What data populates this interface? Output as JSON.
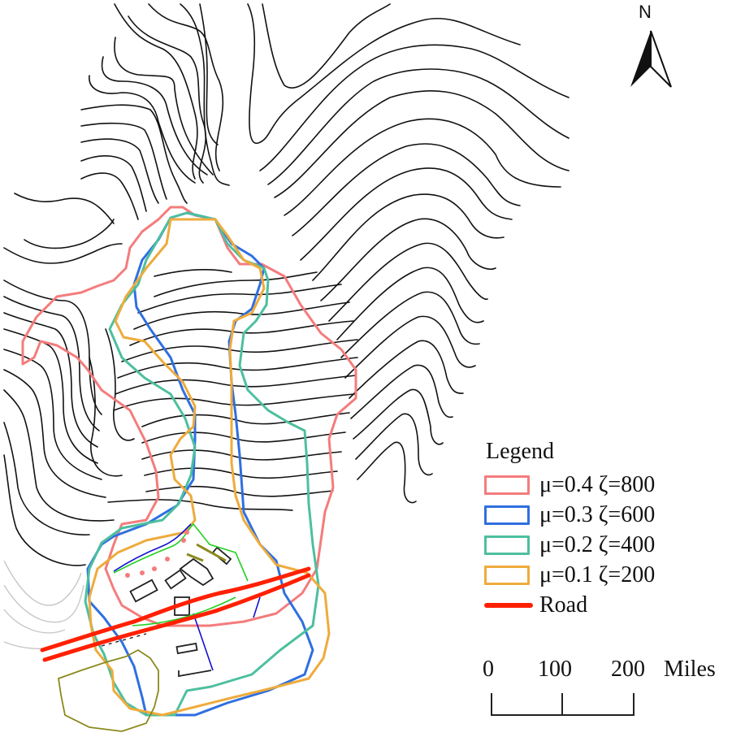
{
  "map": {
    "title": "",
    "north_arrow_label": "N",
    "colors": {
      "zone_mu04": "#f47c7c",
      "zone_mu03": "#2f6fe0",
      "zone_mu02": "#4dbf9f",
      "zone_mu01": "#eeab3c",
      "road": "#ff2000",
      "contour": "#111111"
    }
  },
  "legend": {
    "title": "Legend",
    "items": [
      {
        "label": "μ=0.4 ζ=800",
        "color": "#f47c7c",
        "type": "box"
      },
      {
        "label": "μ=0.3 ζ=600",
        "color": "#2f6fe0",
        "type": "box"
      },
      {
        "label": "μ=0.2 ζ=400",
        "color": "#4dbf9f",
        "type": "box"
      },
      {
        "label": "μ=0.1 ζ=200",
        "color": "#eeab3c",
        "type": "box"
      },
      {
        "label": "Road",
        "color": "#ff2000",
        "type": "line"
      }
    ]
  },
  "scale_bar": {
    "ticks": [
      "0",
      "100",
      "200"
    ],
    "unit": "Miles"
  }
}
